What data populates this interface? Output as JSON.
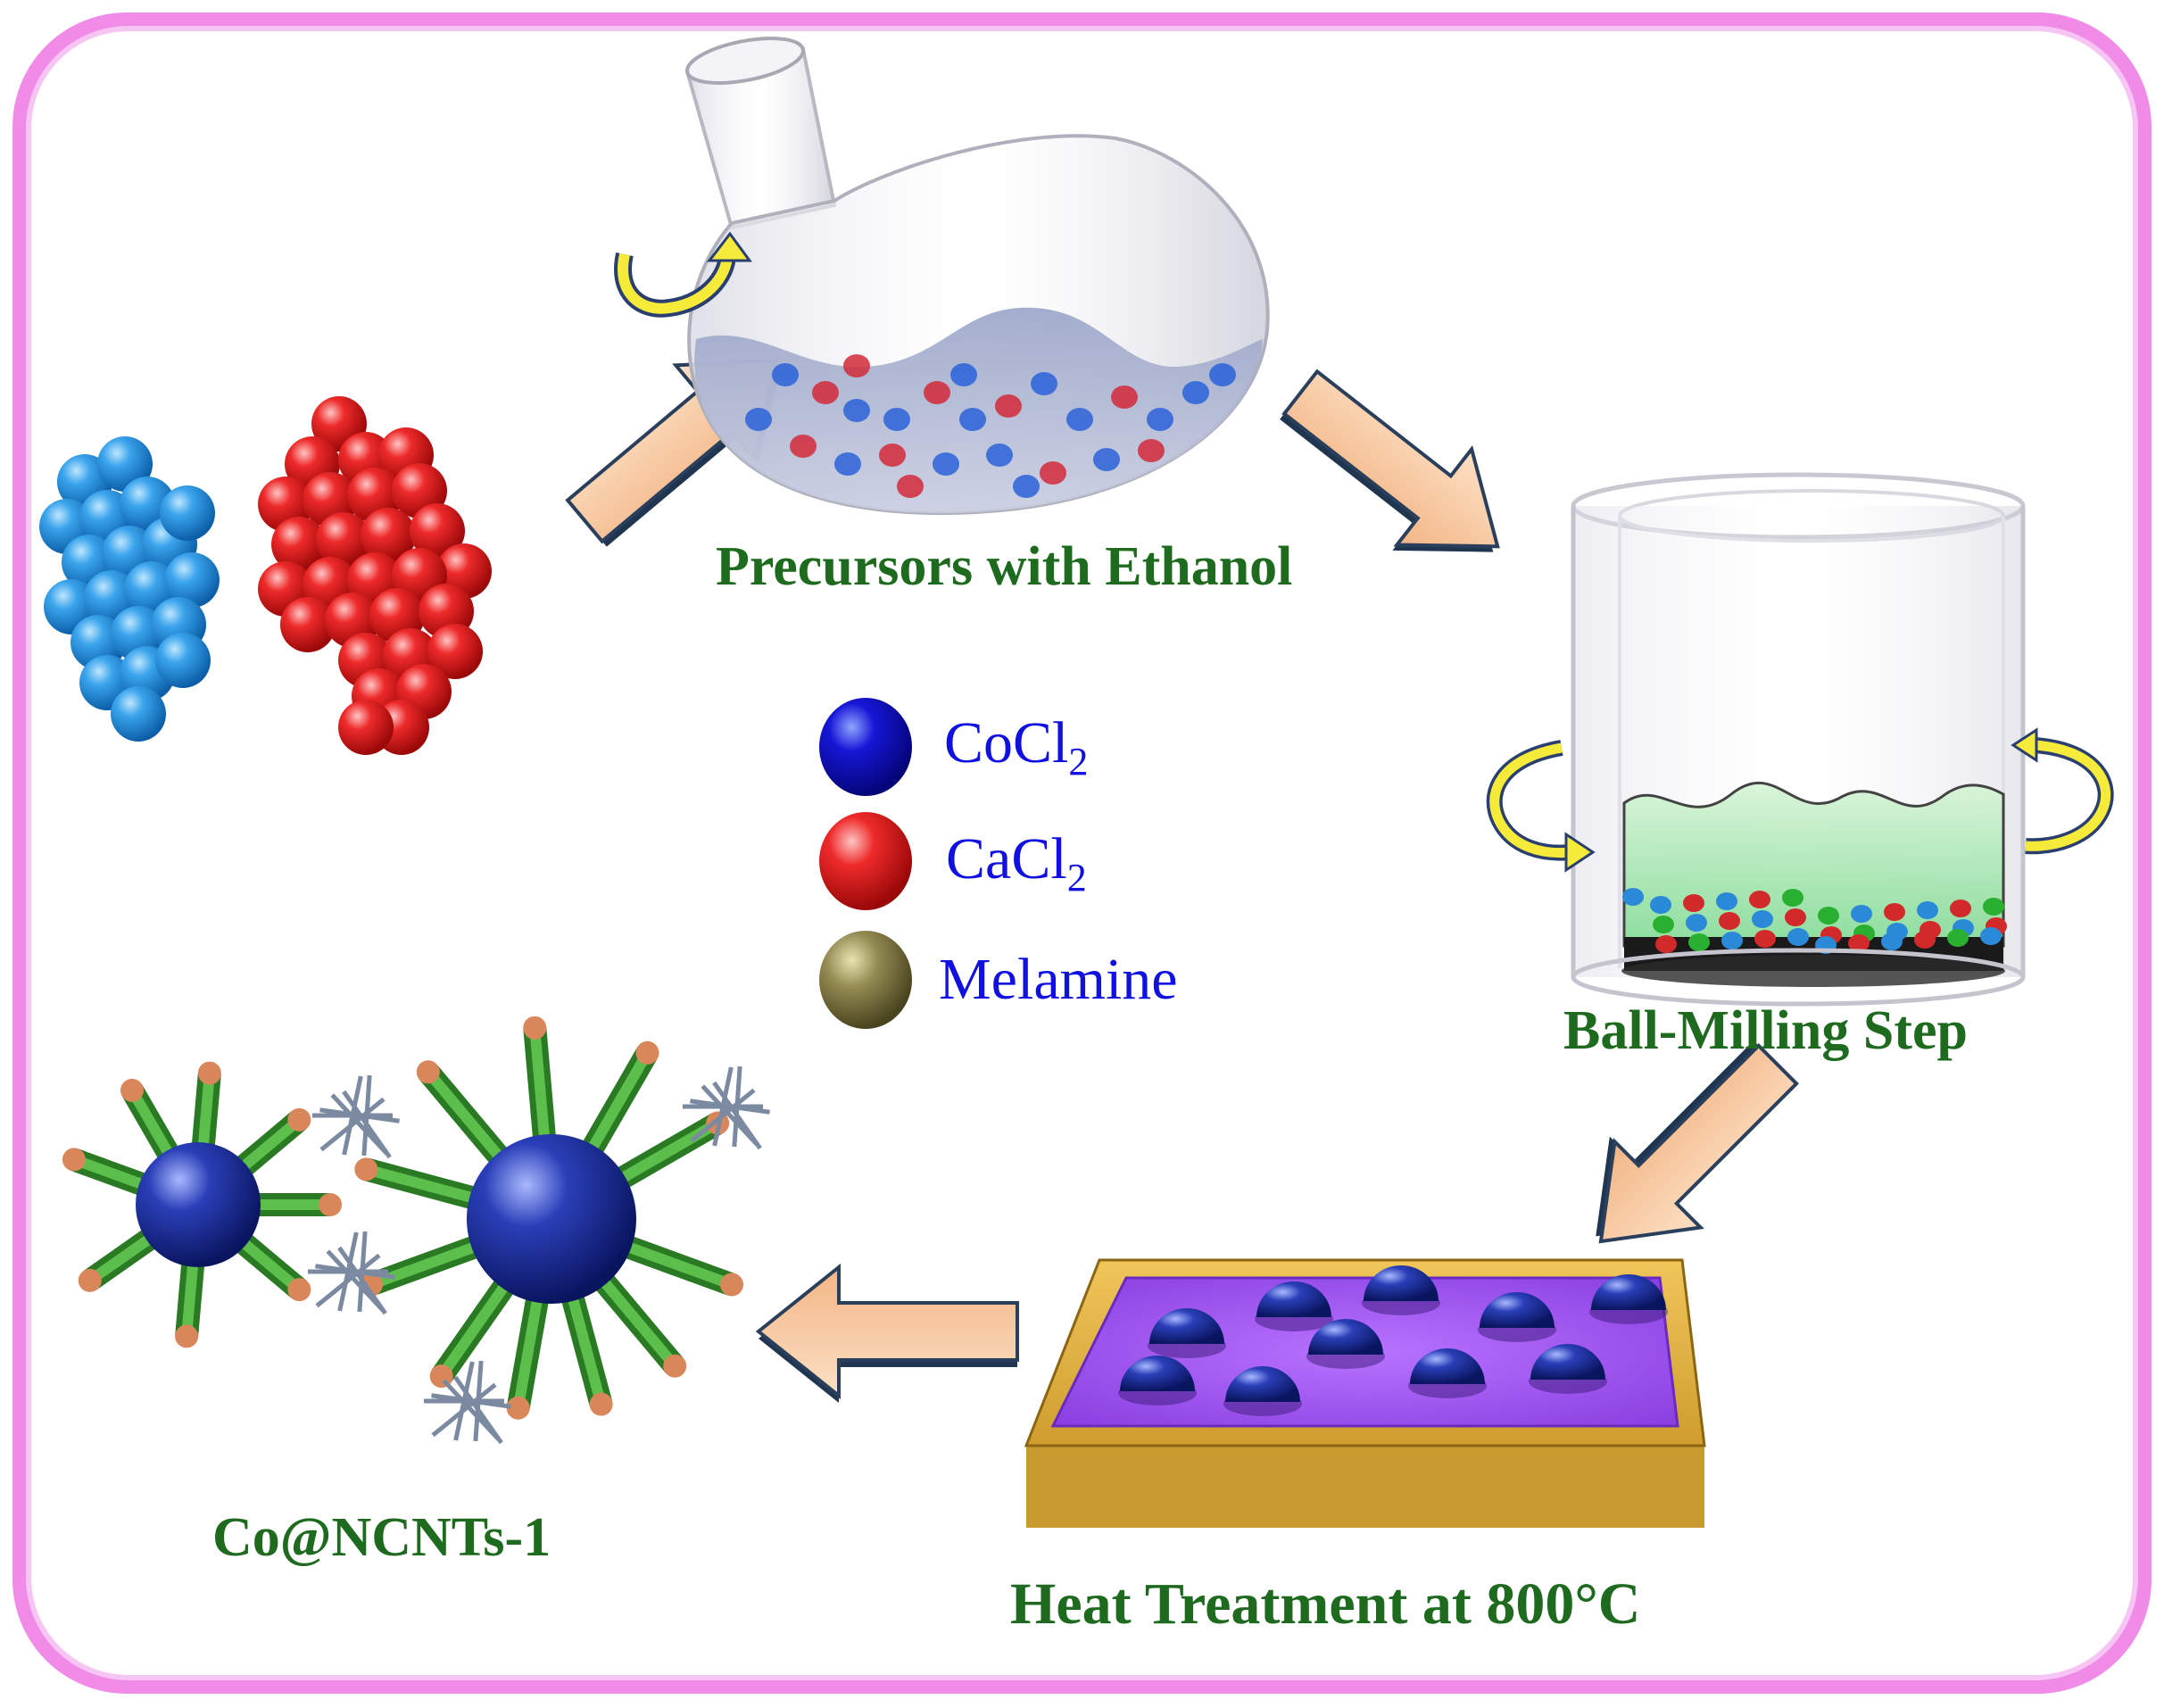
{
  "labels": {
    "step1": "Precursors with Ethanol",
    "step2": "Ball-Milling Step",
    "step3": "Heat Treatment at 800°C",
    "product": "Co@NCNTs-1"
  },
  "legend": [
    {
      "text": "CoCl",
      "sub": "2",
      "color": "#1010d8"
    },
    {
      "text": "CaCl",
      "sub": "2",
      "color": "#e01010"
    },
    {
      "text": "Melamine",
      "sub": "",
      "color": "#8a8550"
    }
  ],
  "colors": {
    "frame": "#f08ce8",
    "arrow_fill": "#f8c8a0",
    "arrow_shadow": "#1f3550",
    "label_green": "#1e6a1e",
    "legend_text": "#1010e0",
    "cocl2_sphere": "#1e90e0",
    "cacl2_sphere": "#e01818",
    "tray_frame": "#e6b440",
    "tray_bed": "#9a50e8",
    "particle_blue": "#1a2f9a",
    "nanotube": "#3c9a32",
    "nanotube_tip": "#d9875a"
  },
  "icons": [
    "blue-sphere-cluster-icon",
    "red-sphere-cluster-icon",
    "flask-icon",
    "rotation-arrow-icon",
    "mill-jar-icon",
    "tray-icon",
    "nanotube-particle-icon",
    "process-arrow-icon"
  ]
}
